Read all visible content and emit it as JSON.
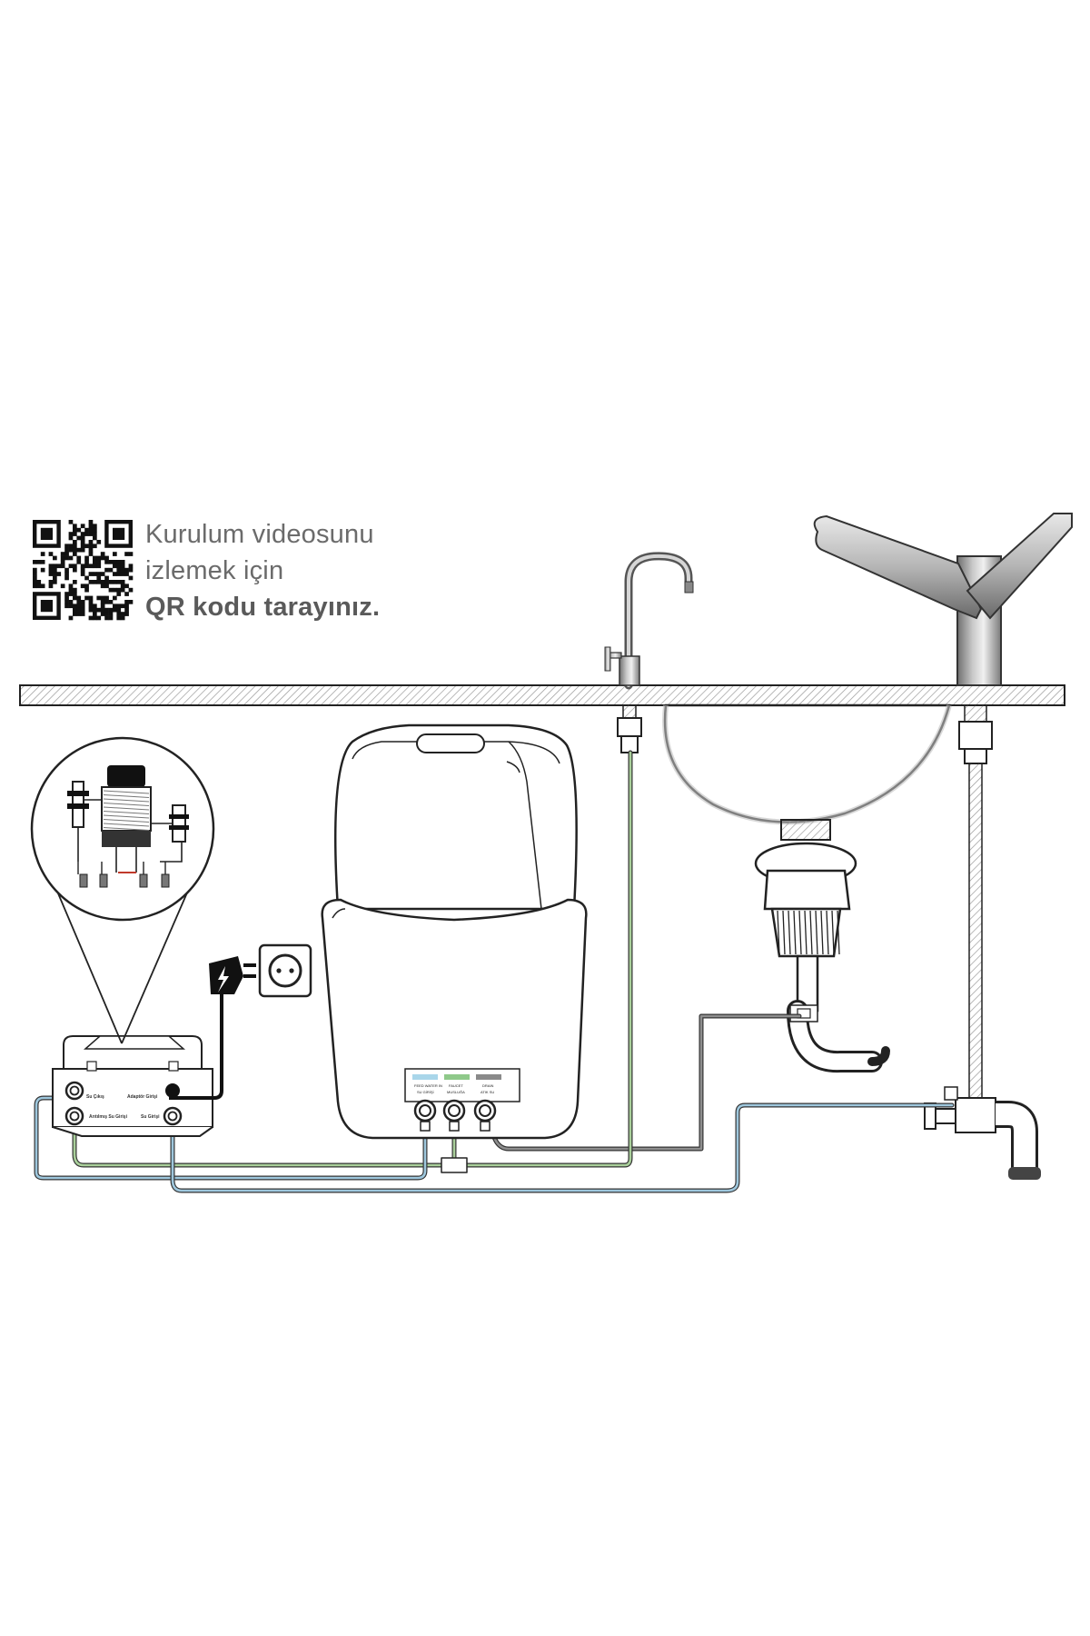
{
  "qr_caption": {
    "line1": "Kurulum videosunu",
    "line2": "izlemek için",
    "line3": "QR kodu tarayınız."
  },
  "tank_labels": {
    "feed_en": "FEED WATER IN",
    "feed_tr": "SU GİRİŞİ",
    "faucet_en": "FAUCET",
    "faucet_tr": "MUSLUĞA",
    "drain_en": "DRAIN",
    "drain_tr": "ATIK SU"
  },
  "pump_box_labels": {
    "su_cikis": "Su Çıkış",
    "adaptor_giris": "Adaptör Girişi",
    "aritilmis_su_girisi": "Arıtılmış Su Girişi",
    "su_giris": "Su Girişi"
  },
  "colors": {
    "feed_line": "#9ec7dd",
    "product_line": "#a9cf9a",
    "drain_line": "#8e8e8e",
    "label_blue": "#a9d6ea",
    "label_green": "#8fc98a",
    "label_gray": "#8a8a8a"
  }
}
